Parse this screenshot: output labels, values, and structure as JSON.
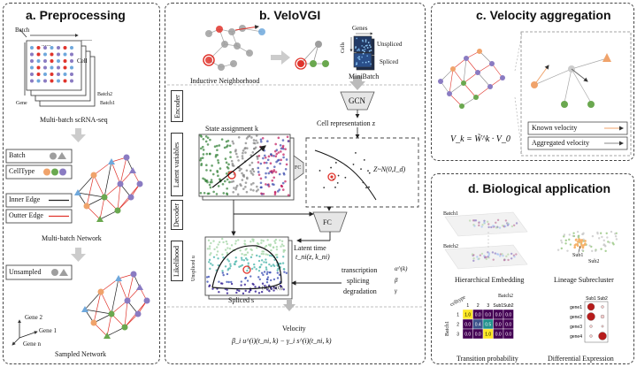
{
  "panel_a": {
    "title": "a. Preprocessing",
    "batch_axis": "Batch",
    "cell_axis": "Cell",
    "gene_axis": "Gene",
    "batch2": "Batch2",
    "batch1": "Batch1",
    "matrix_caption": "Multi-batch scRNA-seq",
    "legend_batch": "Batch",
    "legend_celltype": "CellType",
    "legend_inner": "Inner Edge",
    "legend_outter": "Outter Edge",
    "network_caption": "Multi-batch Network",
    "unsampled": "Unsampled",
    "gene2": "Gene 2",
    "gene1": "Gene 1",
    "genen": "Gene n",
    "sampled_caption": "Sampled Network"
  },
  "panel_b": {
    "title": "b. VeloVGI",
    "inductive": "Inductive Neighborhood",
    "genes": "Genes",
    "cells": "Cells",
    "unspliced": "Unspliced",
    "spliced": "Spliced",
    "minibatch": "MiniBatch",
    "encoder": "Encoder",
    "latent_vars": "Latent variables",
    "decoder": "Decoder",
    "likelihood": "Likelihood",
    "gcn": "GCN",
    "cell_rep": "Cell representation z",
    "state_assign": "State assignment k",
    "fc": "FC",
    "fc2": "FC",
    "z_dist": "Z~N(0,I_d)",
    "latent_time": "Latent time",
    "latent_time_formula": "t_ni(z, k_ni)",
    "unspliced_u": "Unspliced u",
    "spliced_s": "Spliced s",
    "transcription": "transcription",
    "alpha": "α^(k)",
    "splicing": "splicing",
    "beta": "β",
    "degradation": "degradation",
    "gamma": "γ",
    "velocity": "Velocity",
    "velocity_formula": "β_i u^(i)(t_ni, k) − γ_i s^(i)(t_ni, k)",
    "curve_label": "(s(t), u(t))"
  },
  "panel_c": {
    "title": "c. Velocity aggregation",
    "known": "Known velocity",
    "aggregated": "Aggregated velocity",
    "formula": "V_k = W̃^k · V_0"
  },
  "panel_d": {
    "title": "d. Biological application",
    "batch1": "Batch1",
    "batch2": "Batch2",
    "sub1": "Sub1",
    "sub2": "Sub2",
    "hier": "Hierarchical Embedding",
    "lineage": "Lineage Subrecluster",
    "trans": "Transition probability",
    "diff": "Differential Expression",
    "heat_batch2": "Batch2",
    "heat_batch1": "Batch1",
    "heat_celltype": "celltype",
    "heat_cols": [
      "1",
      "2",
      "3",
      "Sub1",
      "Sub2"
    ],
    "heat_rows": [
      "1",
      "2",
      "3"
    ],
    "heat_values": [
      [
        "1.0",
        "0.0",
        "0.0",
        "0.0",
        "0.0"
      ],
      [
        "0.0",
        "0.4",
        "0.5",
        "0.0",
        "0.0"
      ],
      [
        "0.0",
        "0.0",
        "1.0",
        "0.0",
        "0.0"
      ]
    ],
    "genes": [
      "gene1",
      "gene2",
      "gene3",
      "gene4"
    ],
    "diff_cols": [
      "Sub1",
      "Sub2"
    ]
  },
  "colors": {
    "red": "#e0342c",
    "green": "#6aa84f",
    "purple": "#8a7bc2",
    "blue": "#6fa8dc",
    "orange": "#f0a36b",
    "grey": "#9e9e9e"
  }
}
